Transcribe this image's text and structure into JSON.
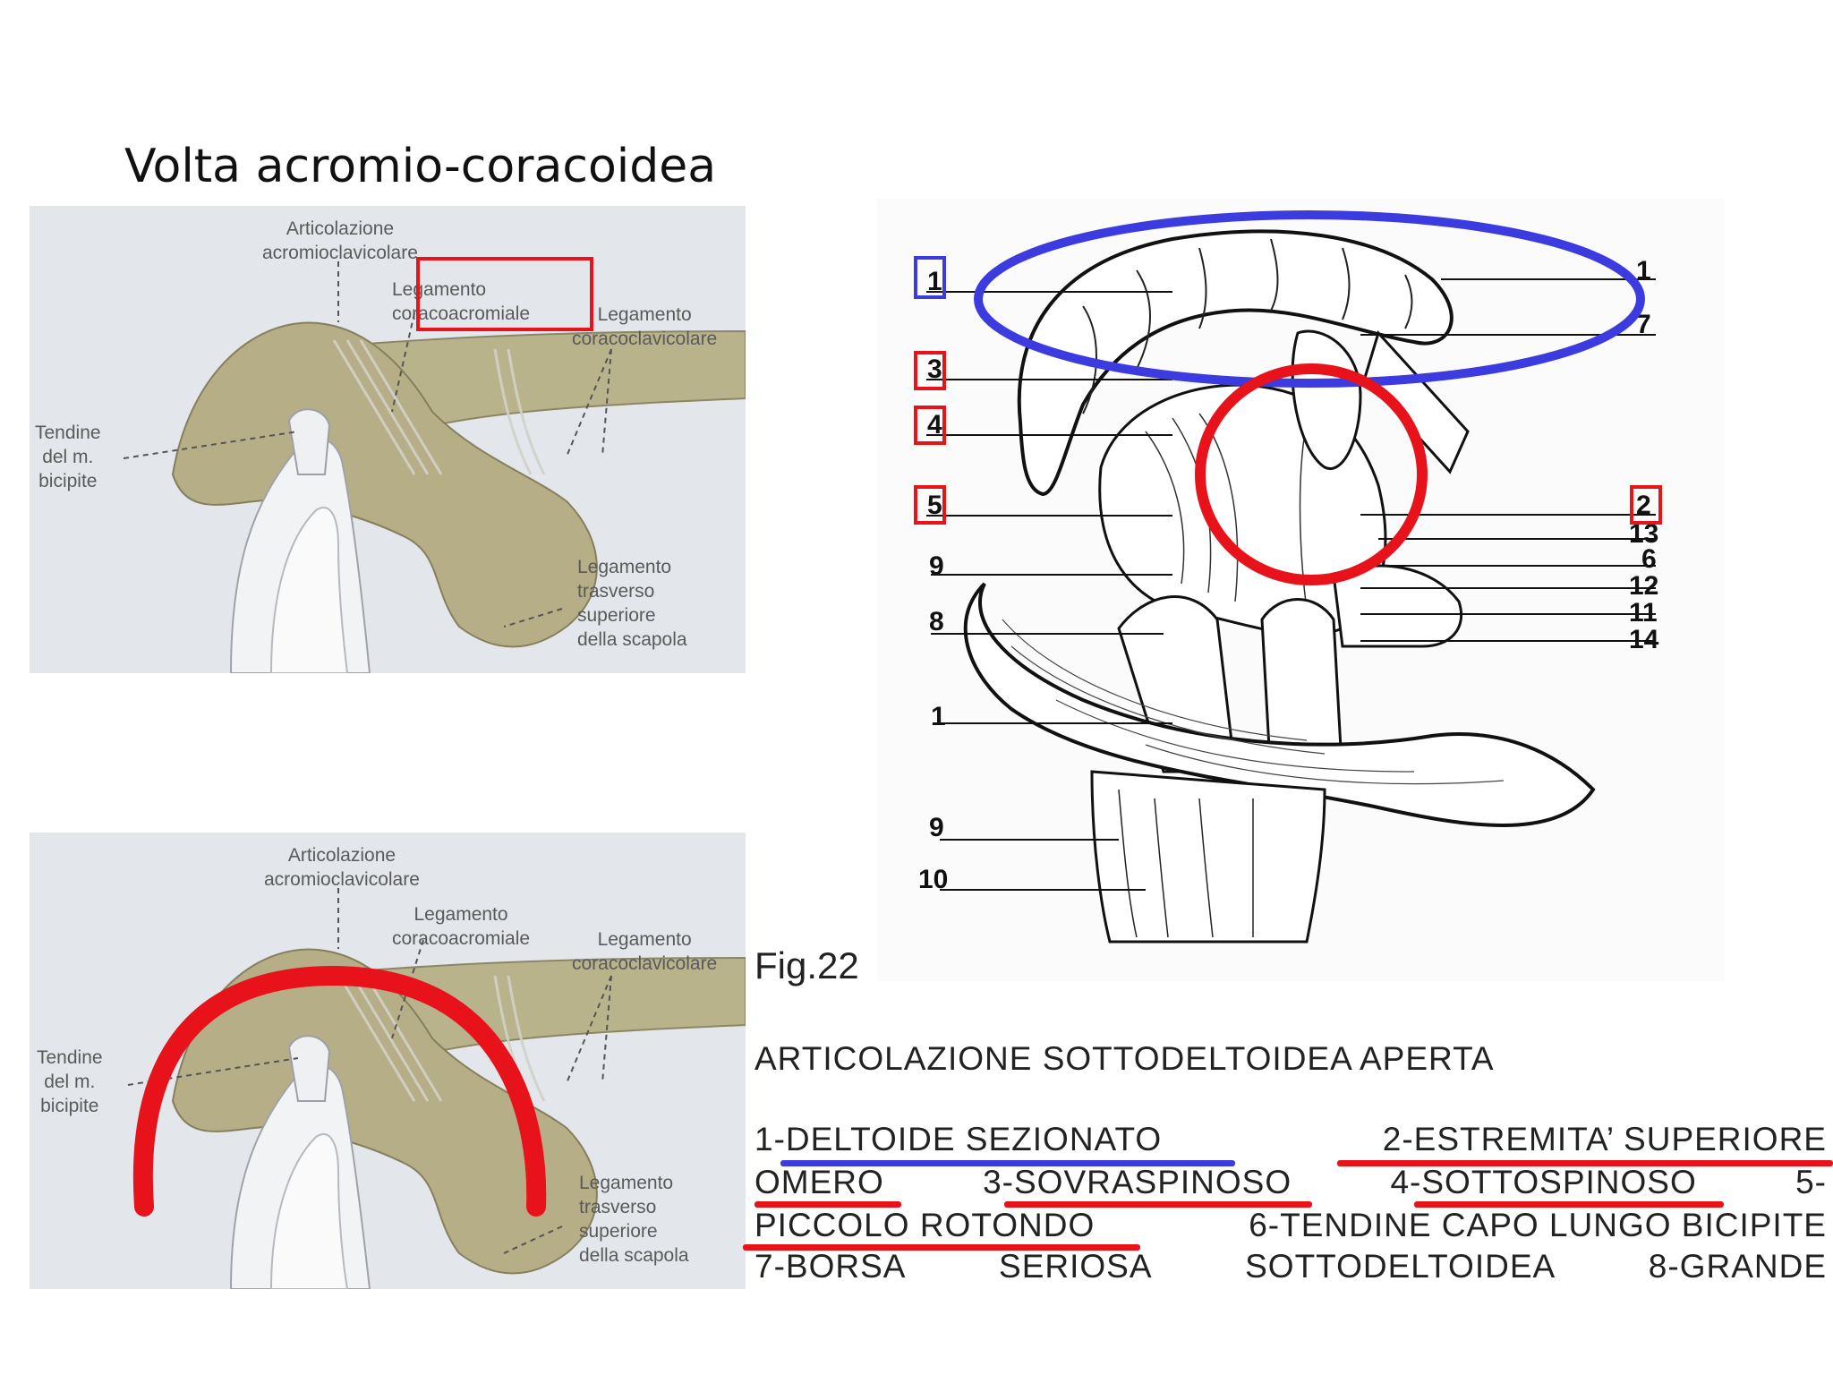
{
  "slide_title": "Volta acromio-coracoidea",
  "top_illustration": {
    "labels": {
      "acromioclavicular": [
        "Articolazione",
        "acromioclavicolare"
      ],
      "coracoacromial": [
        "Legamento",
        "coracoacromiale"
      ],
      "coracoclavicular": [
        "Legamento",
        "coracoclavicolare"
      ],
      "biceps_tendon": [
        "Tendine",
        "del m.",
        "bicipite"
      ],
      "transverse_ligament": [
        "Legamento",
        "trasverso",
        "superiore",
        "della scapola"
      ]
    }
  },
  "bottom_illustration": {
    "labels": {
      "acromioclavicular": [
        "Articolazione",
        "acromioclavicolare"
      ],
      "coracoacromial": [
        "Legamento",
        "coracoacromiale"
      ],
      "coracoclavicular": [
        "Legamento",
        "coracoclavicolare"
      ],
      "biceps_tendon": [
        "Tendine",
        "del m.",
        "bicipite"
      ],
      "transverse_ligament": [
        "Legamento",
        "trasverso",
        "superiore",
        "della scapola"
      ]
    }
  },
  "figure": {
    "numbers_left": [
      "1",
      "3",
      "4",
      "5",
      "9",
      "8",
      "1",
      "9",
      "10"
    ],
    "numbers_right": [
      "1",
      "7",
      "2",
      "13",
      "6",
      "12",
      "11",
      "14"
    ]
  },
  "fig_label": "Fig.22",
  "caption_title": "ARTICOLAZIONE SOTTODELTOIDEA APERTA",
  "legend_lines": [
    [
      "1-DELTOIDE  SEZIONATO",
      "2-ESTREMITA’  SUPERIORE"
    ],
    [
      "OMERO",
      "3-SOVRASPINOSO",
      "4-SOTTOSPINOSO",
      "5-"
    ],
    [
      "PICCOLO  ROTONDO",
      "6-TENDINE  CAPO  LUNGO  BICIPITE"
    ],
    [
      "7-BORSA",
      "SERIOSA",
      "SOTTODELTOIDEA",
      "8-GRANDE"
    ]
  ],
  "colors": {
    "highlight_red": "#e8121a",
    "highlight_blue": "#3b3be0",
    "bone": "#b9b38c",
    "bone_dark": "#8c8664"
  }
}
